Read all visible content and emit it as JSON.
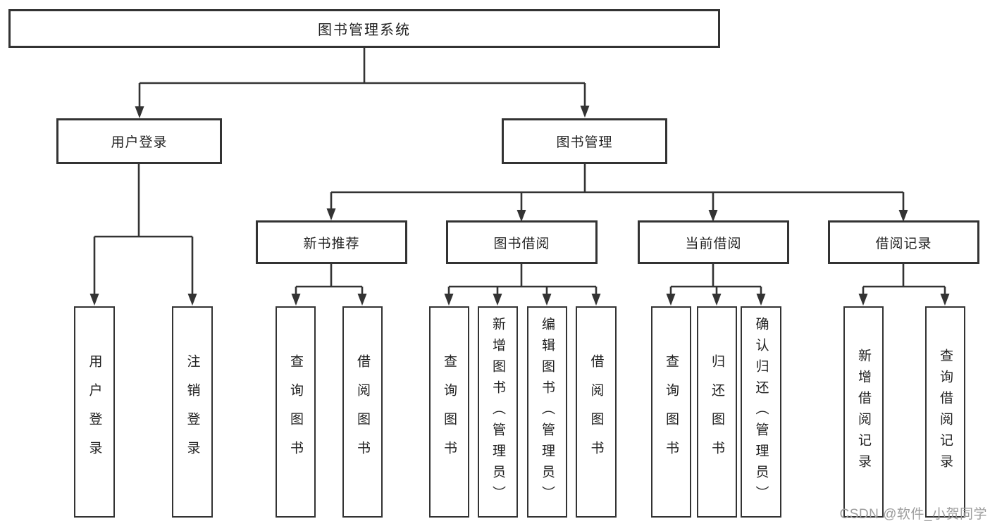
{
  "diagram_type": "hierarchy-tree",
  "colors": {
    "line": "#333333",
    "box_border": "#333333",
    "box_fill": "#ffffff",
    "text": "#222222",
    "watermark": "#9d9d9d"
  },
  "watermark": {
    "text": "CSDN @软件_小贺同学"
  },
  "tree": {
    "label": "图书管理系统",
    "children": [
      {
        "label": "用户登录",
        "children": [
          {
            "label": "用户登录"
          },
          {
            "label": "注销登录"
          }
        ]
      },
      {
        "label": "图书管理",
        "children": [
          {
            "label": "新书推荐",
            "children": [
              {
                "label": "查询图书"
              },
              {
                "label": "借阅图书"
              }
            ]
          },
          {
            "label": "图书借阅",
            "children": [
              {
                "label": "查询图书"
              },
              {
                "label": "新增图书（管理员）"
              },
              {
                "label": "编辑图书（管理员）"
              },
              {
                "label": "借阅图书"
              }
            ]
          },
          {
            "label": "当前借阅",
            "children": [
              {
                "label": "查询图书"
              },
              {
                "label": "归还图书"
              },
              {
                "label": "确认归还（管理员）"
              }
            ]
          },
          {
            "label": "借阅记录",
            "children": [
              {
                "label": "新增借阅记录"
              },
              {
                "label": "查询借阅记录"
              }
            ]
          }
        ]
      }
    ]
  }
}
